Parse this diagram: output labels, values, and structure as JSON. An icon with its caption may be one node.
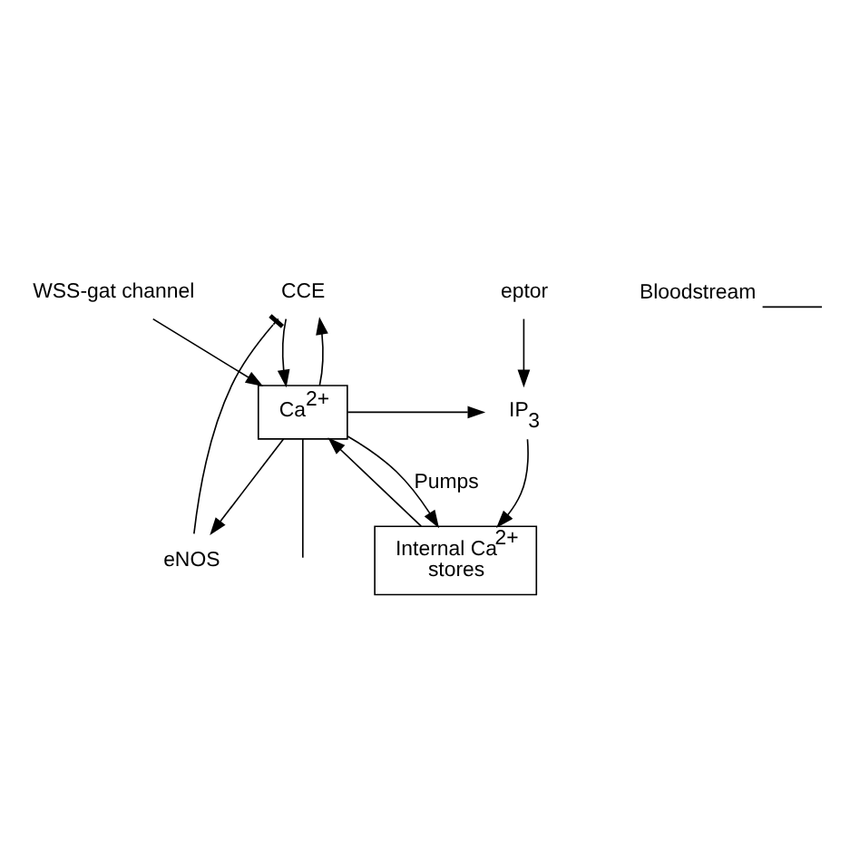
{
  "diagram": {
    "nodes": [
      {
        "text": [
          "eptor"
        ]
      },
      {
        "text": [
          "eNOS"
        ]
      },
      {
        "text": [
          "CCE"
        ]
      },
      {
        "text": [
          "WSS-gat channel"
        ]
      },
      {
        "text": [
          "IP$_{3}$"
        ]
      },
      {
        "text": [
          "Ca$^{2+}$"
        ]
      },
      {
        "text": [
          "Internal Ca$^{2+}$ stores"
        ]
      }
    ],
    "edges": [
      {
        "from": 0,
        "to": 4,
        "arrow": "to"
      },
      {
        "from": 1,
        "to": 2,
        "arrow": "other"
      },
      {
        "from": 5,
        "to": 1,
        "arrow": "to"
      },
      {
        "from": 5,
        "to": 2,
        "arrow": "to"
      },
      {
        "from": 2,
        "to": 5,
        "arrow": "to"
      },
      {
        "from": 3,
        "to": 5,
        "arrow": "to"
      },
      {
        "from": 5,
        "to": 4,
        "arrow": "to"
      },
      {
        "from": 4,
        "to": 6,
        "arrow": "to"
      },
      {
        "from": 6,
        "to": 5,
        "arrow": "to"
      },
      {
        "from": 5,
        "to": 6,
        "arrow": "to",
        "label": "Pumps"
      },
      {
        "from": 5,
        "to": null,
        "arrow": "none"
      }
    ],
    "legend": [
      {
        "text": "Bloodstream"
      }
    ]
  }
}
